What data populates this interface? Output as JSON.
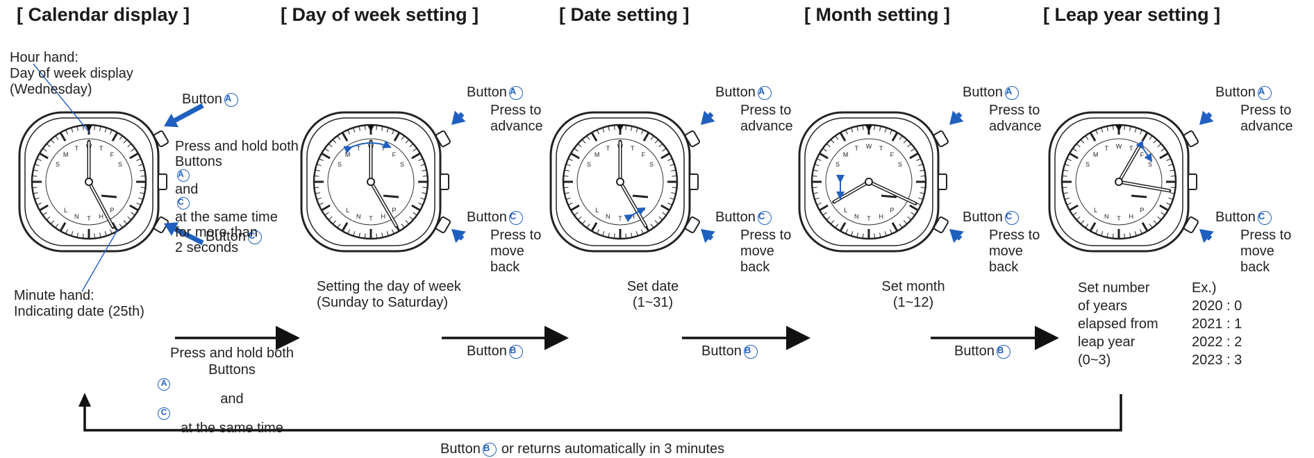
{
  "titles": {
    "calendar": "[ Calendar display ]",
    "day_of_week": "[ Day of week setting ]",
    "date": "[ Date setting ]",
    "month": "[ Month setting ]",
    "leap_year": "[ Leap year setting ]"
  },
  "calendar": {
    "hour_hand_label": [
      "Hour hand:",
      "Day of week display",
      "(Wednesday)"
    ],
    "minute_hand_label": [
      "Minute hand:",
      "Indicating date (25th)"
    ],
    "button_a": "Button",
    "button_c": "Button",
    "hold_instruction": [
      "Press and hold both",
      "Buttons",
      "and",
      "at the same time",
      "for more than",
      "2 seconds"
    ]
  },
  "buttons": {
    "a_letter": "A",
    "b_letter": "B",
    "c_letter": "C",
    "word": "Button"
  },
  "actions": {
    "advance": [
      "Press to",
      "advance"
    ],
    "back": [
      "Press to",
      "move",
      "back"
    ]
  },
  "captions": {
    "day_of_week": [
      "Setting the day of week",
      "(Sunday to Saturday)"
    ],
    "date": [
      "Set date",
      "(1~31)"
    ],
    "month": [
      "Set month",
      "(1~12)"
    ],
    "leap_year": [
      "Set number",
      "of years",
      "elapsed from",
      "leap year",
      "(0~3)"
    ]
  },
  "leap_examples": [
    "Ex.)",
    "2020 : 0",
    "2021 : 1",
    "2022 : 2",
    "2023 : 3"
  ],
  "transitions": {
    "first": [
      "Press and hold both",
      "Buttons",
      "and",
      "at the same time"
    ],
    "next_button": "Button"
  },
  "return_note": {
    "prefix": "Button",
    "suffix": "or returns automatically in 3 minutes"
  },
  "dial_letters": [
    "S",
    "M",
    "T",
    "W",
    "T",
    "F",
    "S"
  ],
  "colors": {
    "accent": "#1f5fbf",
    "ink": "#1e1e1e"
  }
}
